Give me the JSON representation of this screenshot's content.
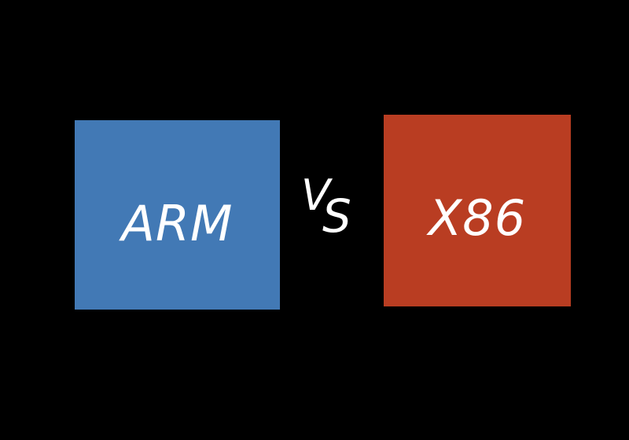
{
  "left_box": {
    "label": "ARM",
    "color": "#4279b5"
  },
  "versus": {
    "first_letter": "V",
    "second_letter": "S"
  },
  "right_box": {
    "label": "X86",
    "color": "#b93d22"
  },
  "background_color": "#000000"
}
